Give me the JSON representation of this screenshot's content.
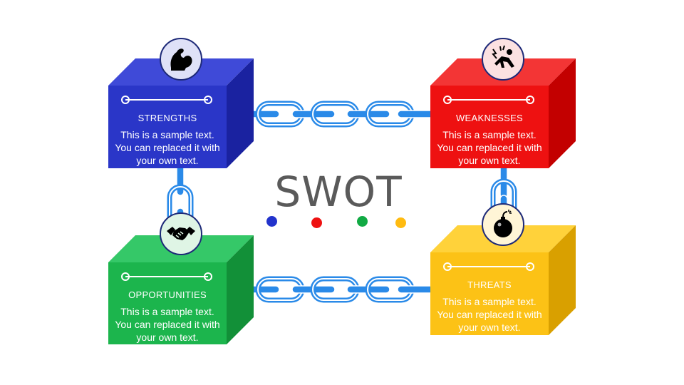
{
  "title": "SWOT",
  "accent_dots": [
    "#2233cc",
    "#ee1111",
    "#11aa44",
    "#ffbb11"
  ],
  "boxes": {
    "strengths": {
      "label": "STRENGTHS",
      "body": "This is a sample text. You can replaced it with your own text.",
      "icon": "flexed-arm-icon",
      "face_color": "#2a36c8",
      "top_color": "#3f4ad8",
      "side_color": "#1a22a0",
      "badge_color": "#dfe1f7"
    },
    "weaknesses": {
      "label": "WEAKNESSES",
      "body": "This is a sample text. You can replaced it with your own text.",
      "icon": "injured-person-icon",
      "face_color": "#ee1111",
      "top_color": "#f33535",
      "side_color": "#c30000",
      "badge_color": "#fbe1e1"
    },
    "opportunities": {
      "label": "OPPORTUNITIES",
      "body": "This is a sample text. You can replaced it with your own text.",
      "icon": "handshake-icon",
      "face_color": "#1cb54d",
      "top_color": "#35c868",
      "side_color": "#129038",
      "badge_color": "#dff5e5"
    },
    "threats": {
      "label": "THREATS",
      "body": "This is a sample text. You can replaced it with your own text.",
      "icon": "bomb-icon",
      "face_color": "#fcc216",
      "top_color": "#ffd23a",
      "side_color": "#d9a000",
      "badge_color": "#fff5d6"
    }
  },
  "chain_color": "#2a8ae8"
}
